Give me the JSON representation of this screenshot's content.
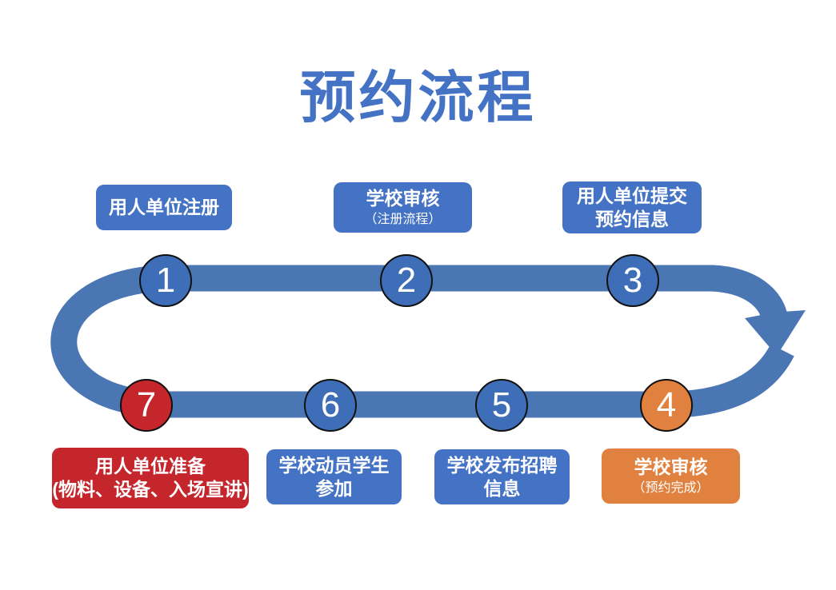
{
  "title": "预约流程",
  "colors": {
    "title_blue": "#4472C4",
    "box_blue": "#4472C4",
    "band_blue": "#4B76B4",
    "circle_blue": "#3E6EB7",
    "red": "#C4262B",
    "orange": "#E1813F",
    "outline_black": "#111111",
    "text_white": "#ffffff"
  },
  "steps": [
    {
      "num": "1",
      "line1": "用人单位注册",
      "line2": "",
      "color": "blue"
    },
    {
      "num": "2",
      "line1": "学校审核",
      "line2": "（注册流程）",
      "color": "blue"
    },
    {
      "num": "3",
      "line1": "用人单位提交",
      "line2": "预约信息",
      "color": "blue"
    },
    {
      "num": "4",
      "line1": "学校审核",
      "line2": "（预约完成）",
      "color": "orange"
    },
    {
      "num": "5",
      "line1": "学校发布招聘",
      "line2": "信息",
      "color": "blue"
    },
    {
      "num": "6",
      "line1": "学校动员学生",
      "line2": "参加",
      "color": "blue"
    },
    {
      "num": "7",
      "line1": "用人单位准备",
      "line2": "(物料、设备、入场宣讲)",
      "color": "red"
    }
  ]
}
